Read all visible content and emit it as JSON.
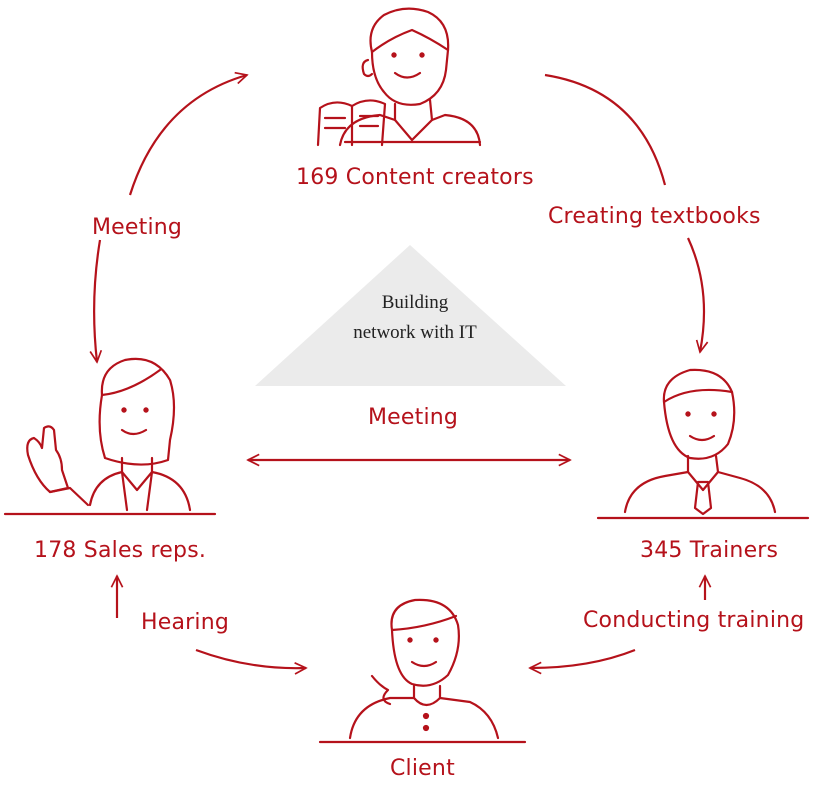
{
  "roles": {
    "content_creators": "169 Content creators",
    "sales_reps": "178 Sales reps.",
    "trainers": "345 Trainers",
    "client": "Client"
  },
  "flows": {
    "meeting_left": "Meeting",
    "creating_textbooks": "Creating textbooks",
    "meeting_center": "Meeting",
    "hearing": "Hearing",
    "conducting_training": "Conducting training"
  },
  "center": {
    "line1": "Building",
    "line2": "network with IT"
  },
  "colors": {
    "accent": "#b5121b",
    "triangle": "#ebebeb",
    "figure_stroke": "#b5121b"
  }
}
